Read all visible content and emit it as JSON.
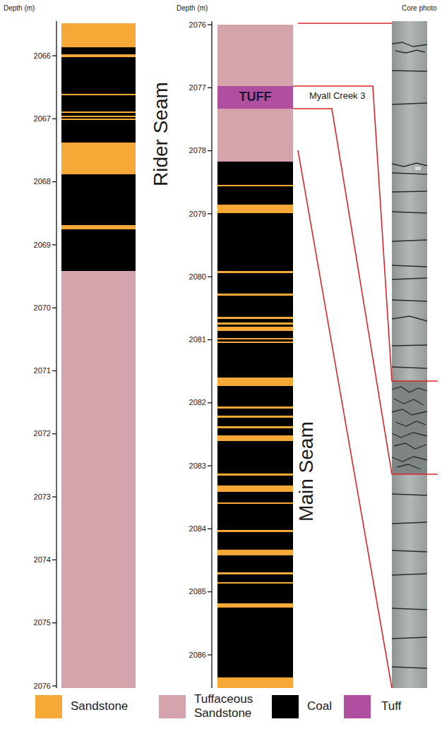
{
  "diagram": {
    "nodes": [
      {
        "text": [
          "TUFF"
        ]
      }
    ],
    "labels": [
      "Depth (m)",
      "2066",
      "2067",
      "2068",
      "2069",
      "2070",
      "2071",
      "2072",
      "2073",
      "2074",
      "2075",
      "2076",
      "Rider Seam",
      "Depth (m)",
      "2076",
      "2077",
      "2078",
      "2079",
      "2080",
      "2081",
      "2082",
      "2083",
      "2084",
      "2085",
      "2086",
      "Main Seam",
      "Myall Creek 3",
      "Core photo"
    ],
    "legend": [
      {
        "text": "Sandstone",
        "color": "#f7a937"
      },
      {
        "text": "Tuffaceous Sandstone",
        "color": "#d4a3ab"
      },
      {
        "text": "Coal",
        "color": "#000000"
      },
      {
        "text": "Tuff",
        "color": "#b04ea0"
      }
    ]
  }
}
